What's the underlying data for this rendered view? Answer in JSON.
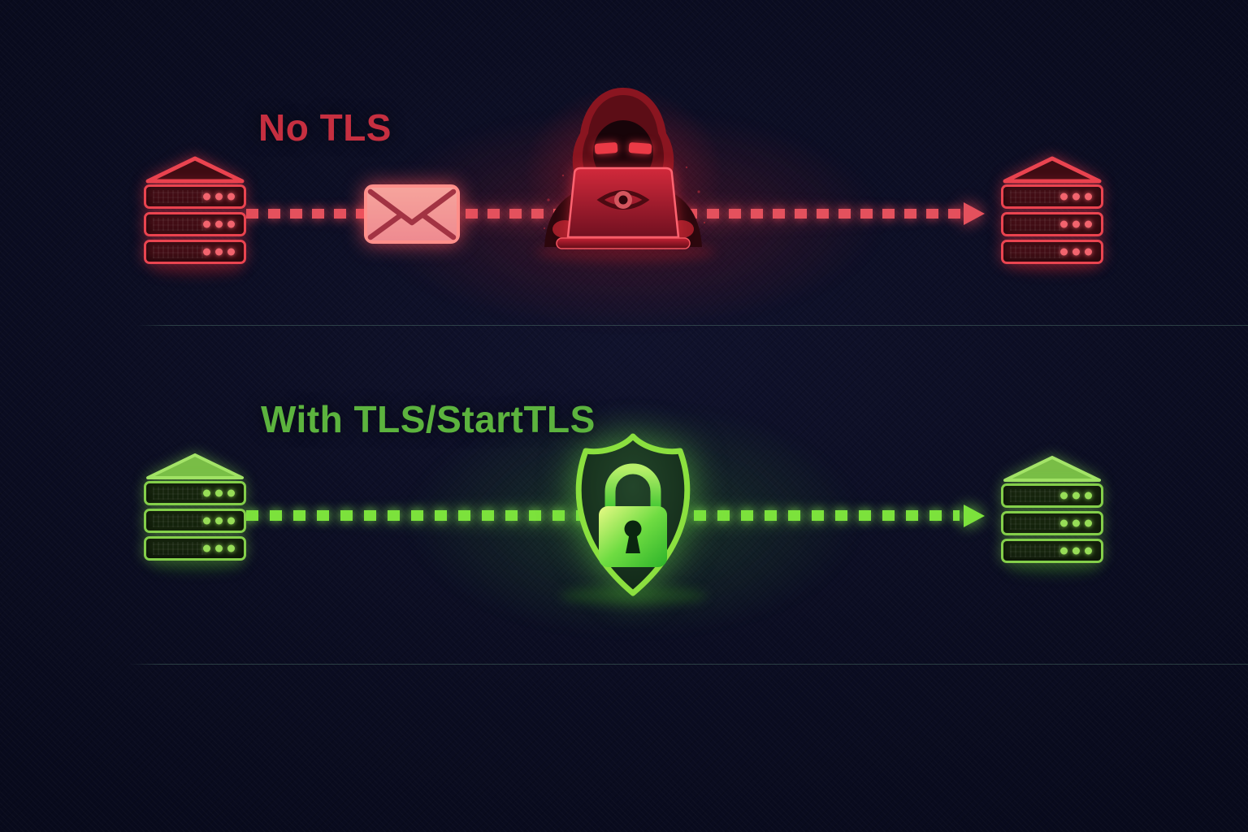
{
  "canvas": {
    "background_color": "#0b0d22",
    "divider_color": "#6ea58c"
  },
  "scenarios": {
    "no_tls": {
      "label": "No TLS",
      "text_color": "#c62f40",
      "accent_color": "#e4515d",
      "elements": {
        "sender": "mail-server-icon",
        "message": "envelope-icon",
        "interceptor": "hacker-eavesdropper-icon",
        "receiver": "mail-server-icon",
        "connection": "red-dashed-arrow-right"
      }
    },
    "with_tls": {
      "label": "With TLS/StartTLS",
      "text_color": "#5cb33e",
      "accent_color": "#7ce23c",
      "elements": {
        "sender": "mail-server-icon",
        "protection": "shield-padlock-icon",
        "receiver": "mail-server-icon",
        "connection": "green-dashed-arrow-right"
      }
    }
  }
}
